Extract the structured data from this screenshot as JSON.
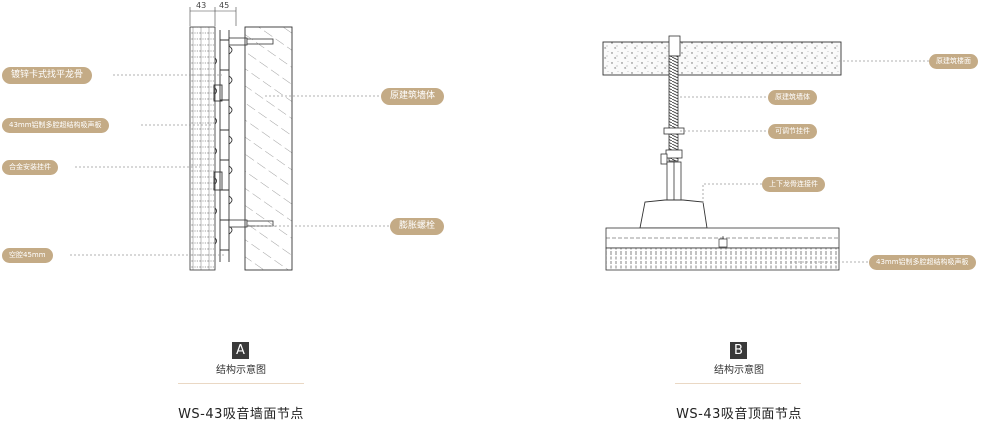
{
  "diagram_a": {
    "dims": [
      "43",
      "45"
    ],
    "labels_left": [
      "镀锌卡式找平龙骨",
      "43mm铝制多腔超结构吸声板",
      "合金安装挂件",
      "空腔45mm"
    ],
    "labels_right": [
      "原建筑墙体",
      "膨胀螺栓"
    ],
    "badge": "A",
    "caption": "结构示意图",
    "title": "WS-43吸音墙面节点"
  },
  "diagram_b": {
    "labels": [
      "原建筑楼面",
      "原建筑墙体",
      "可调节挂件",
      "上下龙骨连接件",
      "43mm铝制多腔超结构吸声板"
    ],
    "badge": "B",
    "caption": "结构示意图",
    "title": "WS-43吸音顶面节点"
  },
  "colors": {
    "pill": "#c4ab86",
    "badge": "#3a3a3a",
    "line": "#555555"
  }
}
